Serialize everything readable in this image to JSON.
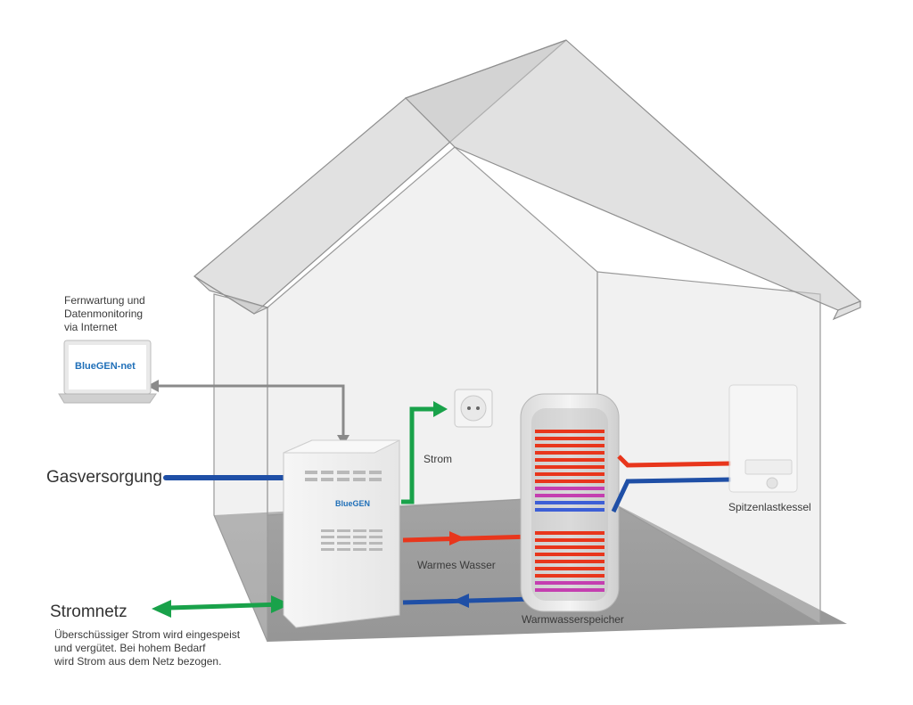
{
  "labels": {
    "remote_line1": "Fernwartung und",
    "remote_line2": "Datenmonitoring",
    "remote_line3": "via Internet",
    "laptop_logo": "BlueGEN-net",
    "gas": "Gasversorgung",
    "power": "Strom",
    "warm_water": "Warmes Wasser",
    "storage": "Warmwasserspeicher",
    "peak_boiler": "Spitzenlastkessel",
    "grid": "Stromnetz",
    "grid_note_line1": "Überschüssiger Strom wird eingespeist",
    "grid_note_line2": "und vergütet. Bei hohem Bedarf",
    "grid_note_line3": "wird Strom aus dem Netz bezogen.",
    "unit_logo": "BlueGEN"
  },
  "colors": {
    "gas_line": "#1f4fa6",
    "power_line": "#19a24a",
    "hot_water": "#e8361c",
    "cold_water": "#1f4fa6",
    "data_line": "#8a8a8a",
    "house_outline": "#9a9a9a"
  }
}
